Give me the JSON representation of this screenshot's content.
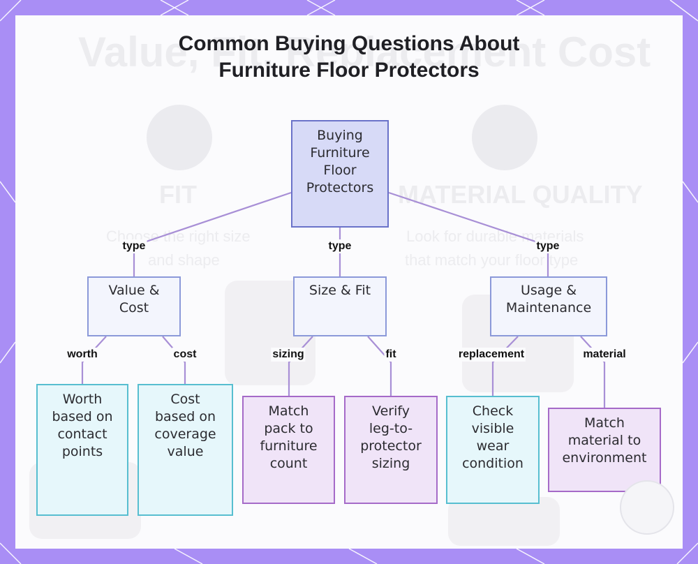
{
  "title": {
    "line1": "Common Buying Questions About",
    "line2": "Furniture Floor Protectors"
  },
  "background_text": {
    "heading": "Value, Fit, Replacement Cost",
    "fit": "FIT",
    "material_quality": "MATERIAL QUALITY",
    "fit_desc_1": "Choose the right size",
    "fit_desc_2": "and shape",
    "material_desc_1": "Look for durable materials",
    "material_desc_2": "that match your floor type"
  },
  "colors": {
    "frame": "#a98ef5",
    "edge": "#a88fd6",
    "root_fill": "#d7daf7",
    "cyan_border": "#57bed0",
    "purple_border": "#a56ac8"
  },
  "nodes": {
    "root": [
      "Buying",
      "Furniture",
      "Floor",
      "Protectors"
    ],
    "value_cost": [
      "Value &",
      "Cost"
    ],
    "size_fit": [
      "Size & Fit"
    ],
    "usage_maintenance": [
      "Usage &",
      "Maintenance"
    ],
    "worth": [
      "Worth",
      "based on",
      "contact",
      "points"
    ],
    "cost": [
      "Cost",
      "based on",
      "coverage",
      "value"
    ],
    "match_pack": [
      "Match",
      "pack to",
      "furniture",
      "count"
    ],
    "verify_leg": [
      "Verify",
      "leg-to-",
      "protector",
      "sizing"
    ],
    "check_wear": [
      "Check",
      "visible",
      "wear",
      "condition"
    ],
    "match_material": [
      "Match",
      "material to",
      "environment"
    ]
  },
  "edge_labels": {
    "type_left": "type",
    "type_center": "type",
    "type_right": "type",
    "worth": "worth",
    "cost": "cost",
    "sizing": "sizing",
    "fit": "fit",
    "replacement": "replacement",
    "material": "material"
  }
}
